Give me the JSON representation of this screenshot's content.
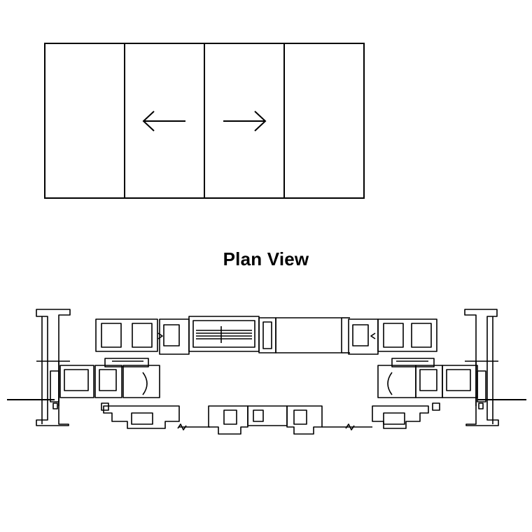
{
  "plan_view_label": "Plan View",
  "elevation": {
    "panel_count": 4,
    "operable_panels": [
      {
        "position": 2,
        "direction": "left",
        "icon": "arrow-left-icon"
      },
      {
        "position": 3,
        "direction": "right",
        "icon": "arrow-right-icon"
      }
    ]
  },
  "colors": {
    "line": "#000000",
    "background": "#ffffff"
  }
}
